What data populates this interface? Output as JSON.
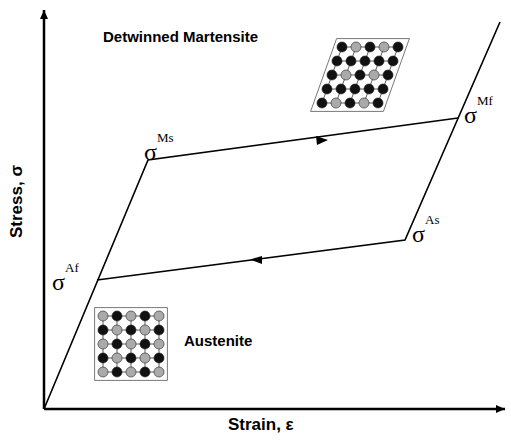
{
  "diagram": {
    "labels": [
      "Stress, σ",
      "Strain, ε",
      "Detwinned Martensite",
      "Austenite",
      "σ",
      "Ms",
      "σ",
      "Mf",
      "σ",
      "As",
      "σ",
      "Af"
    ]
  }
}
